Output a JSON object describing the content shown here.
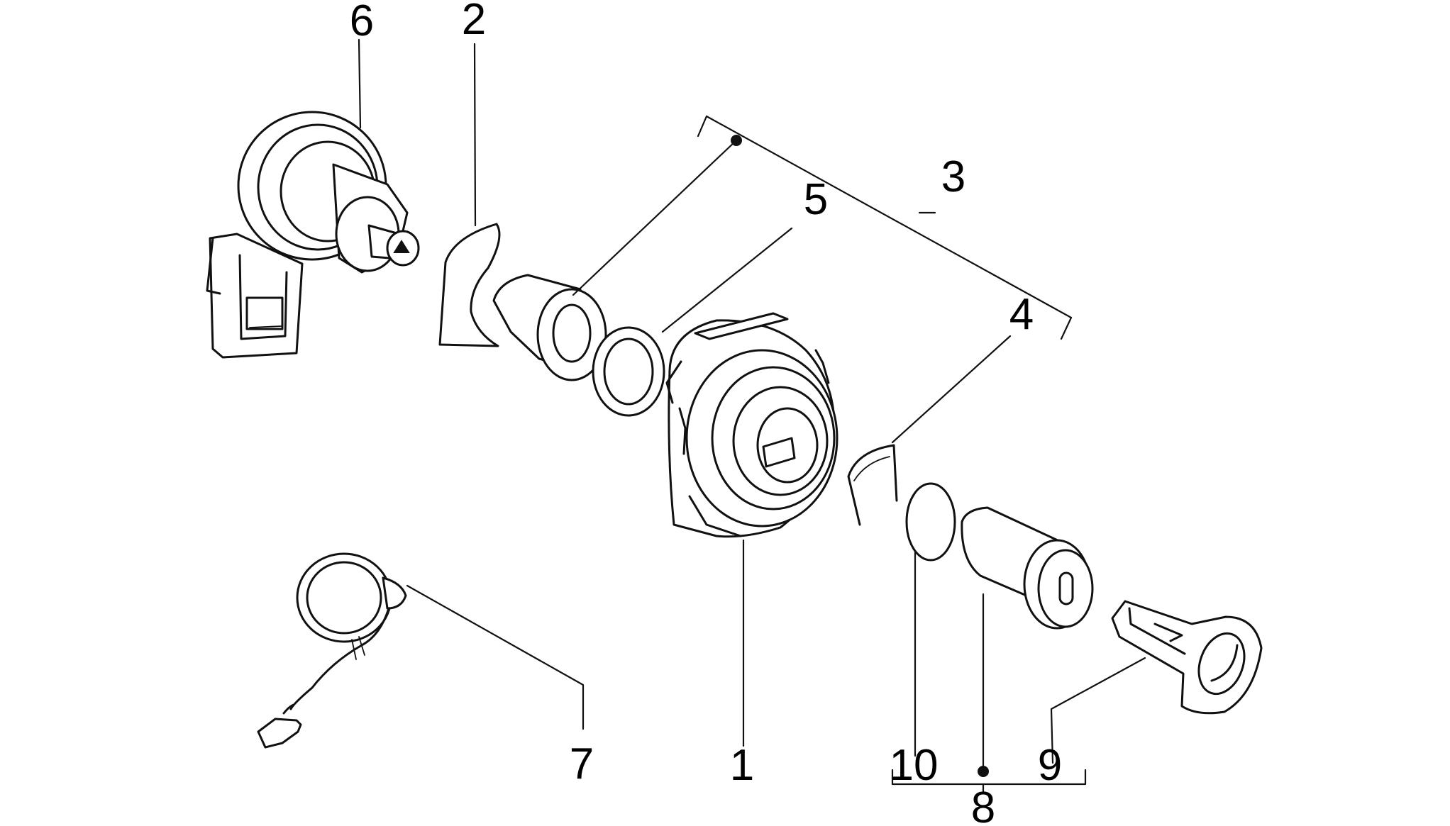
{
  "diagram": {
    "callouts": [
      {
        "id": "p1",
        "label": "1"
      },
      {
        "id": "p2",
        "label": "2"
      },
      {
        "id": "p3",
        "label": "3"
      },
      {
        "id": "p4",
        "label": "4"
      },
      {
        "id": "p5",
        "label": "5"
      },
      {
        "id": "p6",
        "label": "6"
      },
      {
        "id": "p7",
        "label": "7"
      },
      {
        "id": "p8",
        "label": "8"
      },
      {
        "id": "p9",
        "label": "9"
      },
      {
        "id": "p10",
        "label": "10"
      }
    ],
    "colors": {
      "line": "#111111",
      "background": "#ffffff"
    }
  }
}
